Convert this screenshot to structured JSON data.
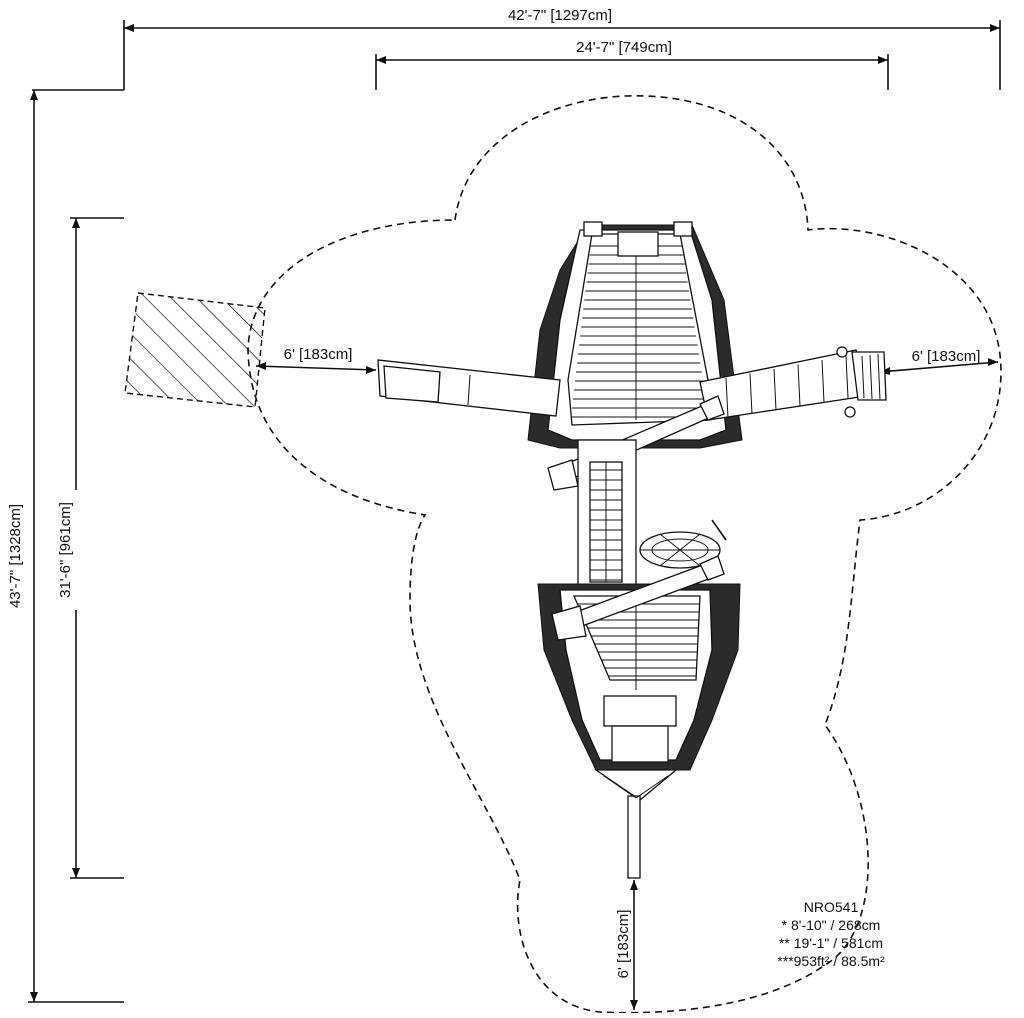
{
  "dimensions": {
    "overall_width": "42'-7\" [1297cm]",
    "structure_width": "24'-7\" [749cm]",
    "overall_length": "43'-7\" [1328cm]",
    "structure_length": "31'-6\" [961cm]",
    "clearance_left": "6' [183cm]",
    "clearance_right": "6' [183cm]",
    "clearance_bottom": "6' [183cm]"
  },
  "spec": {
    "model": "NRO541",
    "height_1": "* 8'-10\" / 268cm",
    "height_2": "** 19'-1\" / 581cm",
    "area": "***953ft² / 88.5m²"
  }
}
